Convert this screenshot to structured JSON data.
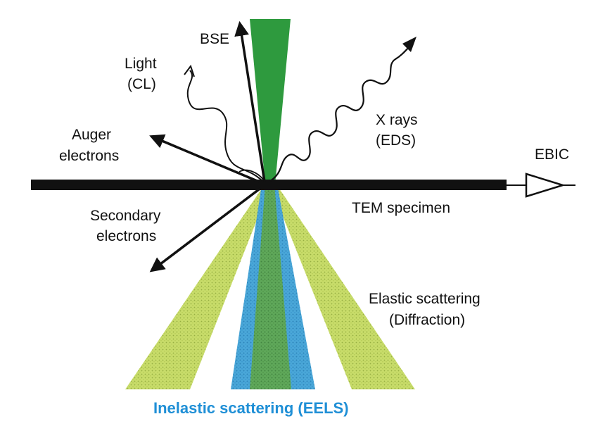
{
  "labels": {
    "bse": "BSE",
    "light_line1": "Light",
    "light_line2": "(CL)",
    "xrays_line1": "X rays",
    "xrays_line2": "(EDS)",
    "auger_line1": "Auger",
    "auger_line2": "electrons",
    "ebic": "EBIC",
    "specimen": "TEM specimen",
    "secondary_line1": "Secondary",
    "secondary_line2": "electrons",
    "elastic_line1": "Elastic scattering",
    "elastic_line2": "(Diffraction)",
    "inelastic": "Inelastic scattering (EELS)"
  },
  "colors": {
    "incident_beam": "#2e9a3e",
    "elastic_cone": "#c8dc6a",
    "inelastic_band": "#4aa7d8",
    "transmitted_core": "#5fa85a",
    "specimen": "#111111",
    "inelastic_text": "#1f8fd6"
  }
}
